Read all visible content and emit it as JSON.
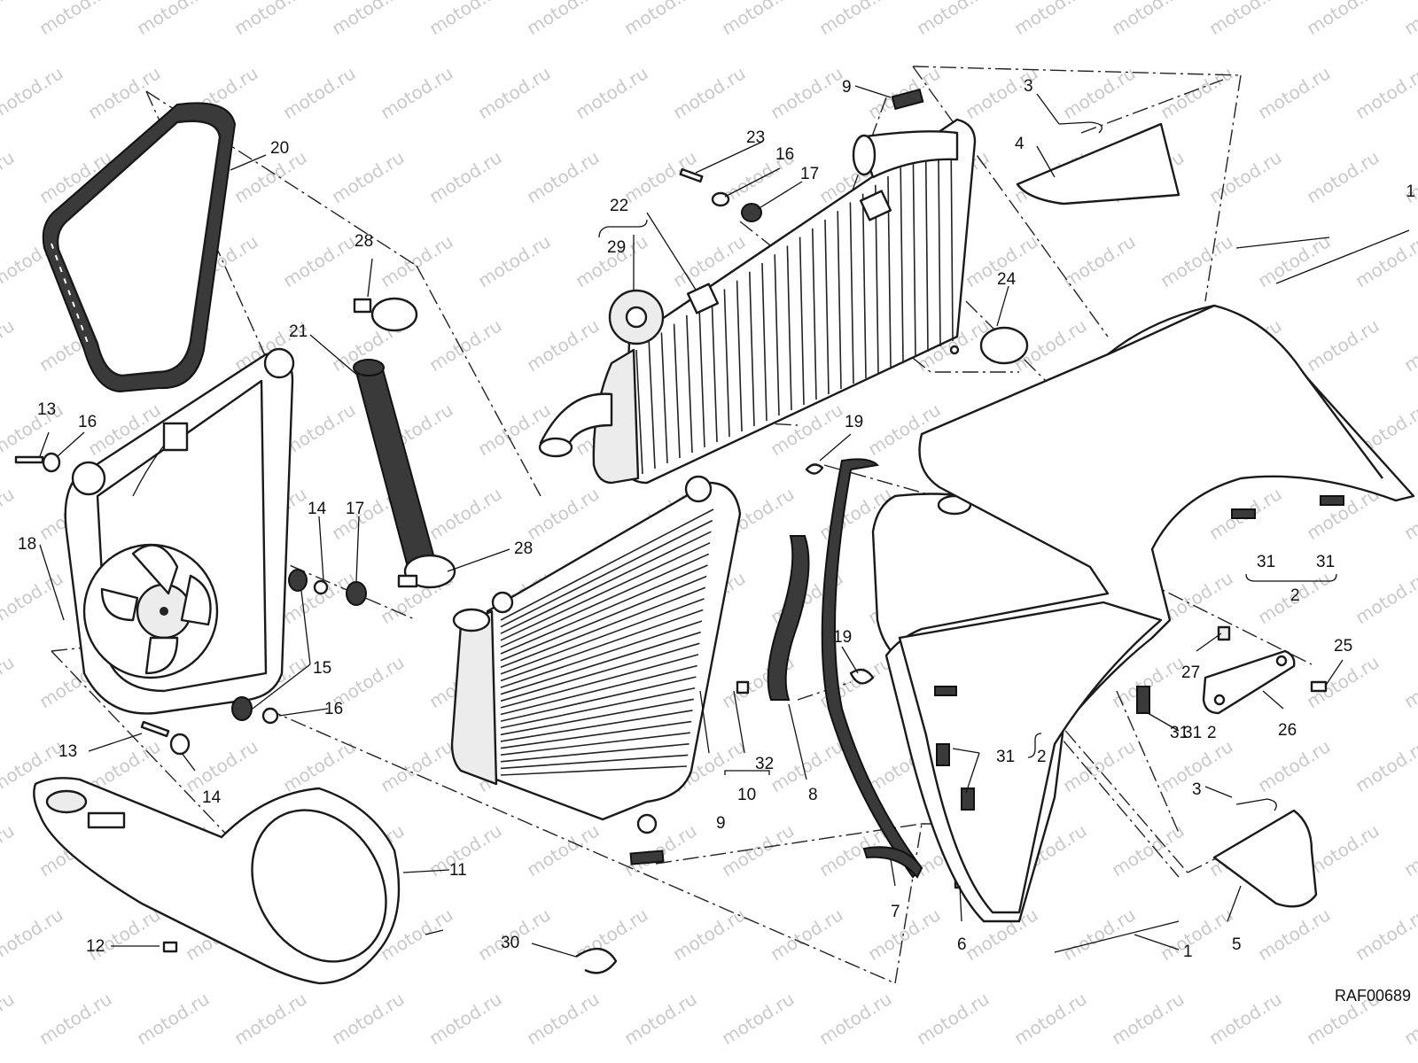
{
  "diagram_ref": "RAF00689",
  "watermark_text": "motod.ru",
  "callouts": [
    "1",
    "1",
    "2",
    "2",
    "2",
    "3",
    "3",
    "4",
    "5",
    "6",
    "7",
    "8",
    "9",
    "9",
    "10",
    "11",
    "12",
    "13",
    "13",
    "14",
    "14",
    "15",
    "16",
    "16",
    "16",
    "17",
    "17",
    "18",
    "19",
    "19",
    "20",
    "21",
    "22",
    "23",
    "24",
    "25",
    "26",
    "27",
    "28",
    "28",
    "29",
    "30",
    "31",
    "31",
    "31",
    "31",
    "31",
    "32"
  ]
}
